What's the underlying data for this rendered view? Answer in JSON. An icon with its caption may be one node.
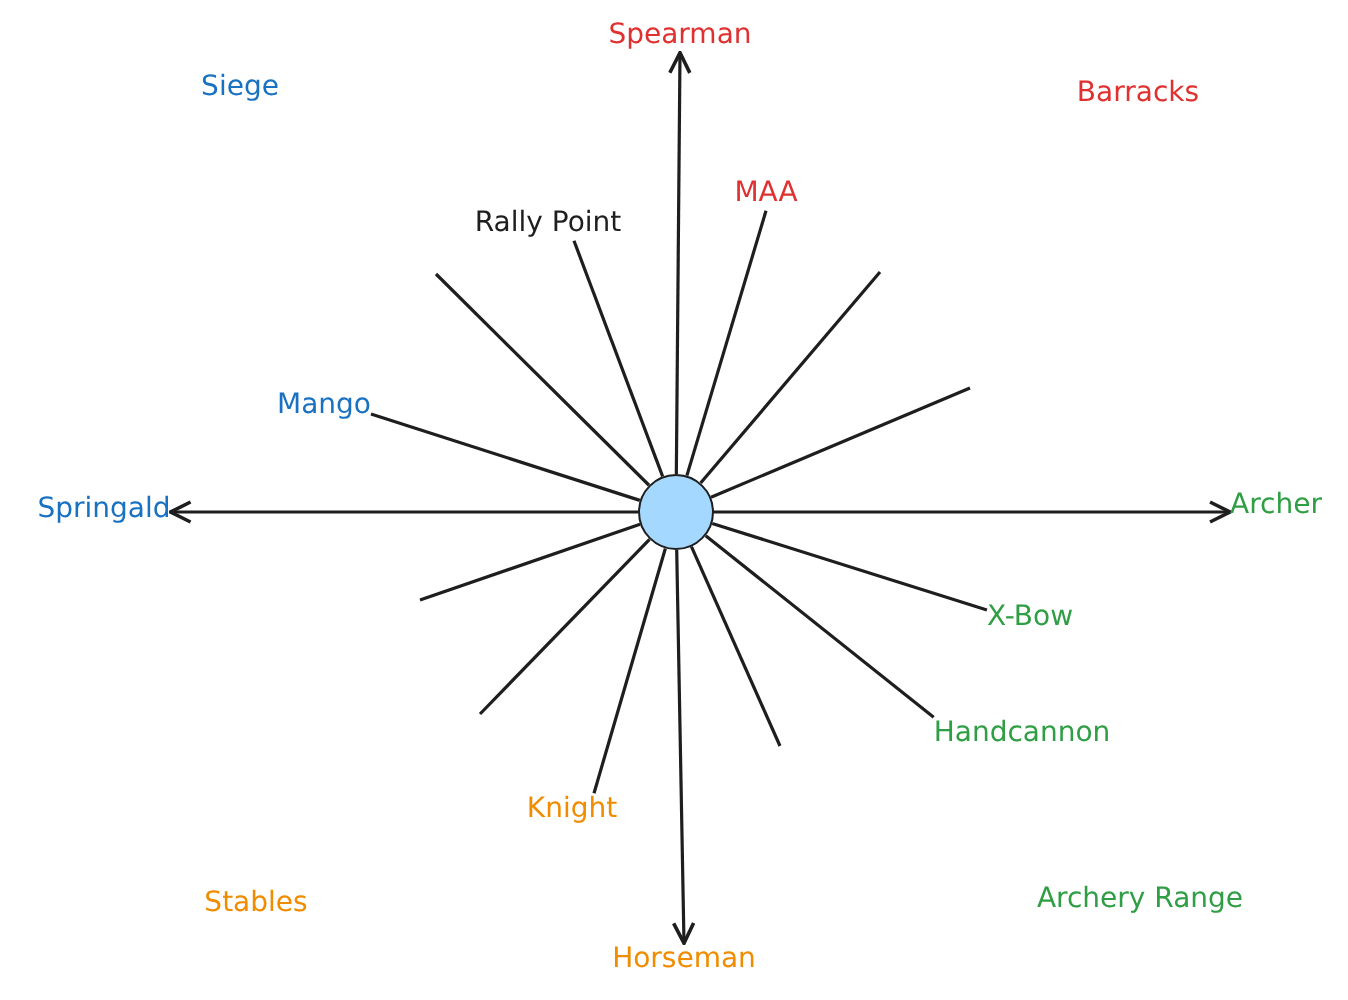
{
  "diagram": {
    "nodes": [
      {
        "text": [],
        "shape": "circle"
      },
      {
        "text": [
          "Spearman"
        ]
      },
      {
        "text": [
          "MAA"
        ]
      },
      {
        "text": [
          "Rally Point"
        ]
      },
      {
        "text": [
          "Mango"
        ]
      },
      {
        "text": [
          "Springald"
        ]
      },
      {
        "text": [
          "Archer"
        ]
      },
      {
        "text": [
          "X-Bow"
        ]
      },
      {
        "text": [
          "Handcannon"
        ]
      },
      {
        "text": [
          "Knight"
        ]
      },
      {
        "text": [
          "Horseman"
        ]
      }
    ],
    "edges": [
      {
        "from": 0,
        "to": 1,
        "arrow": "to"
      },
      {
        "from": 0,
        "to": 5,
        "arrow": "to"
      },
      {
        "from": 0,
        "to": 6,
        "arrow": "to"
      },
      {
        "from": 0,
        "to": 10,
        "arrow": "to"
      },
      {
        "from": 0,
        "to": 2,
        "arrow": "none"
      },
      {
        "from": 0,
        "to": 3,
        "arrow": "none"
      },
      {
        "from": 0,
        "to": 4,
        "arrow": "none"
      },
      {
        "from": 0,
        "to": 7,
        "arrow": "none"
      },
      {
        "from": 0,
        "to": 8,
        "arrow": "none"
      },
      {
        "from": 0,
        "to": 9,
        "arrow": "none"
      },
      {
        "from": 0,
        "to": null,
        "arrow": "none"
      },
      {
        "from": 0,
        "to": null,
        "arrow": "none"
      },
      {
        "from": 0,
        "to": null,
        "arrow": "none"
      },
      {
        "from": 0,
        "to": null,
        "arrow": "none"
      },
      {
        "from": 0,
        "to": null,
        "arrow": "none"
      },
      {
        "from": 0,
        "to": null,
        "arrow": "none"
      }
    ],
    "labels": [
      "Siege",
      "Barracks",
      "Stables",
      "Archery Range"
    ]
  }
}
